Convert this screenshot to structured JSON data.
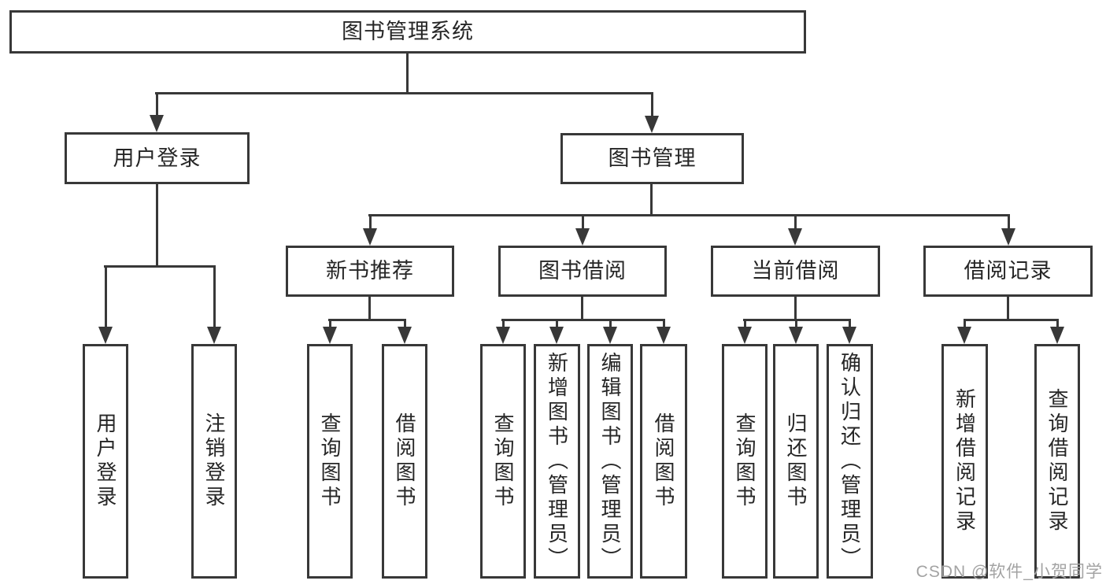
{
  "tree": {
    "label": "图书管理系统",
    "children": [
      {
        "label": "用户登录",
        "children": [
          {
            "label": "用户登录"
          },
          {
            "label": "注销登录"
          }
        ]
      },
      {
        "label": "图书管理",
        "children": [
          {
            "label": "新书推荐",
            "children": [
              {
                "label": "查询图书"
              },
              {
                "label": "借阅图书"
              }
            ]
          },
          {
            "label": "图书借阅",
            "children": [
              {
                "label": "查询图书"
              },
              {
                "label": "新增图书（管理员）"
              },
              {
                "label": "编辑图书（管理员）"
              },
              {
                "label": "借阅图书"
              }
            ]
          },
          {
            "label": "当前借阅",
            "children": [
              {
                "label": "查询图书"
              },
              {
                "label": "归还图书"
              },
              {
                "label": "确认归还（管理员）"
              }
            ]
          },
          {
            "label": "借阅记录",
            "children": [
              {
                "label": "新增借阅记录"
              },
              {
                "label": "查询借阅记录"
              }
            ]
          }
        ]
      }
    ]
  },
  "watermark": "CSDN @软件_小贺同学",
  "colors": {
    "line": "#383838",
    "text": "#262626",
    "background": "#ffffff",
    "watermark": "#a3a3a3"
  }
}
